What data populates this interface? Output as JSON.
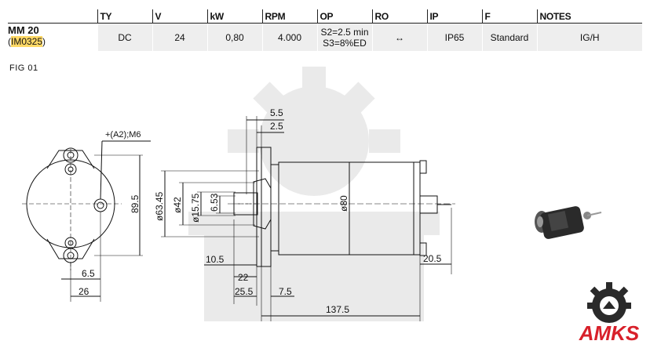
{
  "table": {
    "headers": [
      "TY",
      "V",
      "kW",
      "RPM",
      "OP",
      "RO",
      "IP",
      "F",
      "NOTES"
    ],
    "model_name": "MM 20",
    "model_code_open": "(",
    "model_code": "IM0325",
    "model_code_close": ")",
    "row": {
      "ty": "DC",
      "v": "24",
      "kw": "0,80",
      "rpm": "4.000",
      "op_line1": "S2=2.5 min",
      "op_line2": "S3=8%ED",
      "ro": "↔",
      "ip": "IP65",
      "f": "Standard",
      "notes": "IG/H"
    }
  },
  "figure": {
    "label": "FIG   01",
    "dims": {
      "hole": "+(A2);M6",
      "d_89_5": "89.5",
      "d_6_5": "6.5",
      "d_26": "26",
      "d_5_5": "5.5",
      "d_2_5": "2.5",
      "d_63_45": "ø63.45",
      "d_42": "ø42",
      "d_15_75": "ø15.75",
      "d_6_53": "6.53",
      "d_80": "ø80",
      "d_10_5": "10.5",
      "d_22": "22",
      "d_25_5": "25.5",
      "d_7_5": "7.5",
      "d_137_5": "137.5",
      "d_20_5": "20.5"
    }
  },
  "logo": {
    "text": "AMKS",
    "color": "#d8202a"
  },
  "colors": {
    "accent_highlight": "#ffd966",
    "row_bg": "#eeeeee",
    "logo_red": "#d8202a"
  }
}
